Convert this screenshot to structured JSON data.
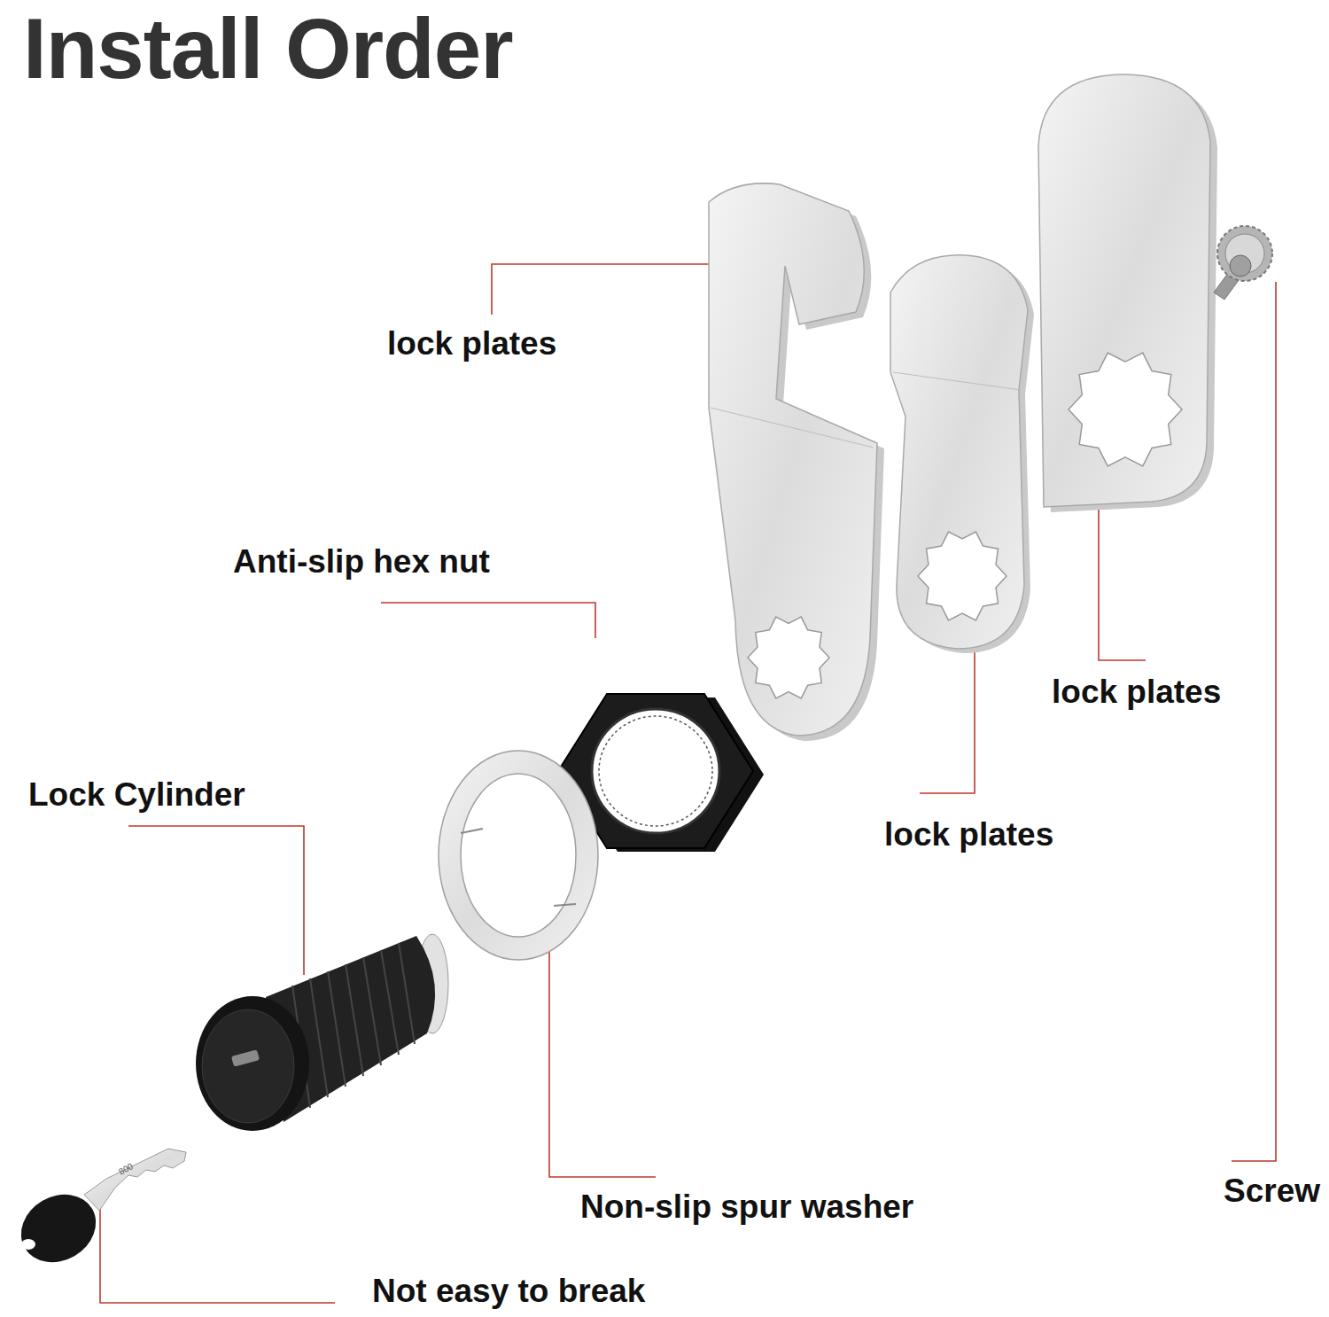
{
  "diagram": {
    "title": "Install Order",
    "labels": [
      "lock plates",
      "Anti-slip hex nut",
      "lock plates",
      "Lock Cylinder",
      "lock plates",
      "Screw",
      "Non-slip spur washer",
      "800",
      "Not easy to break"
    ]
  }
}
